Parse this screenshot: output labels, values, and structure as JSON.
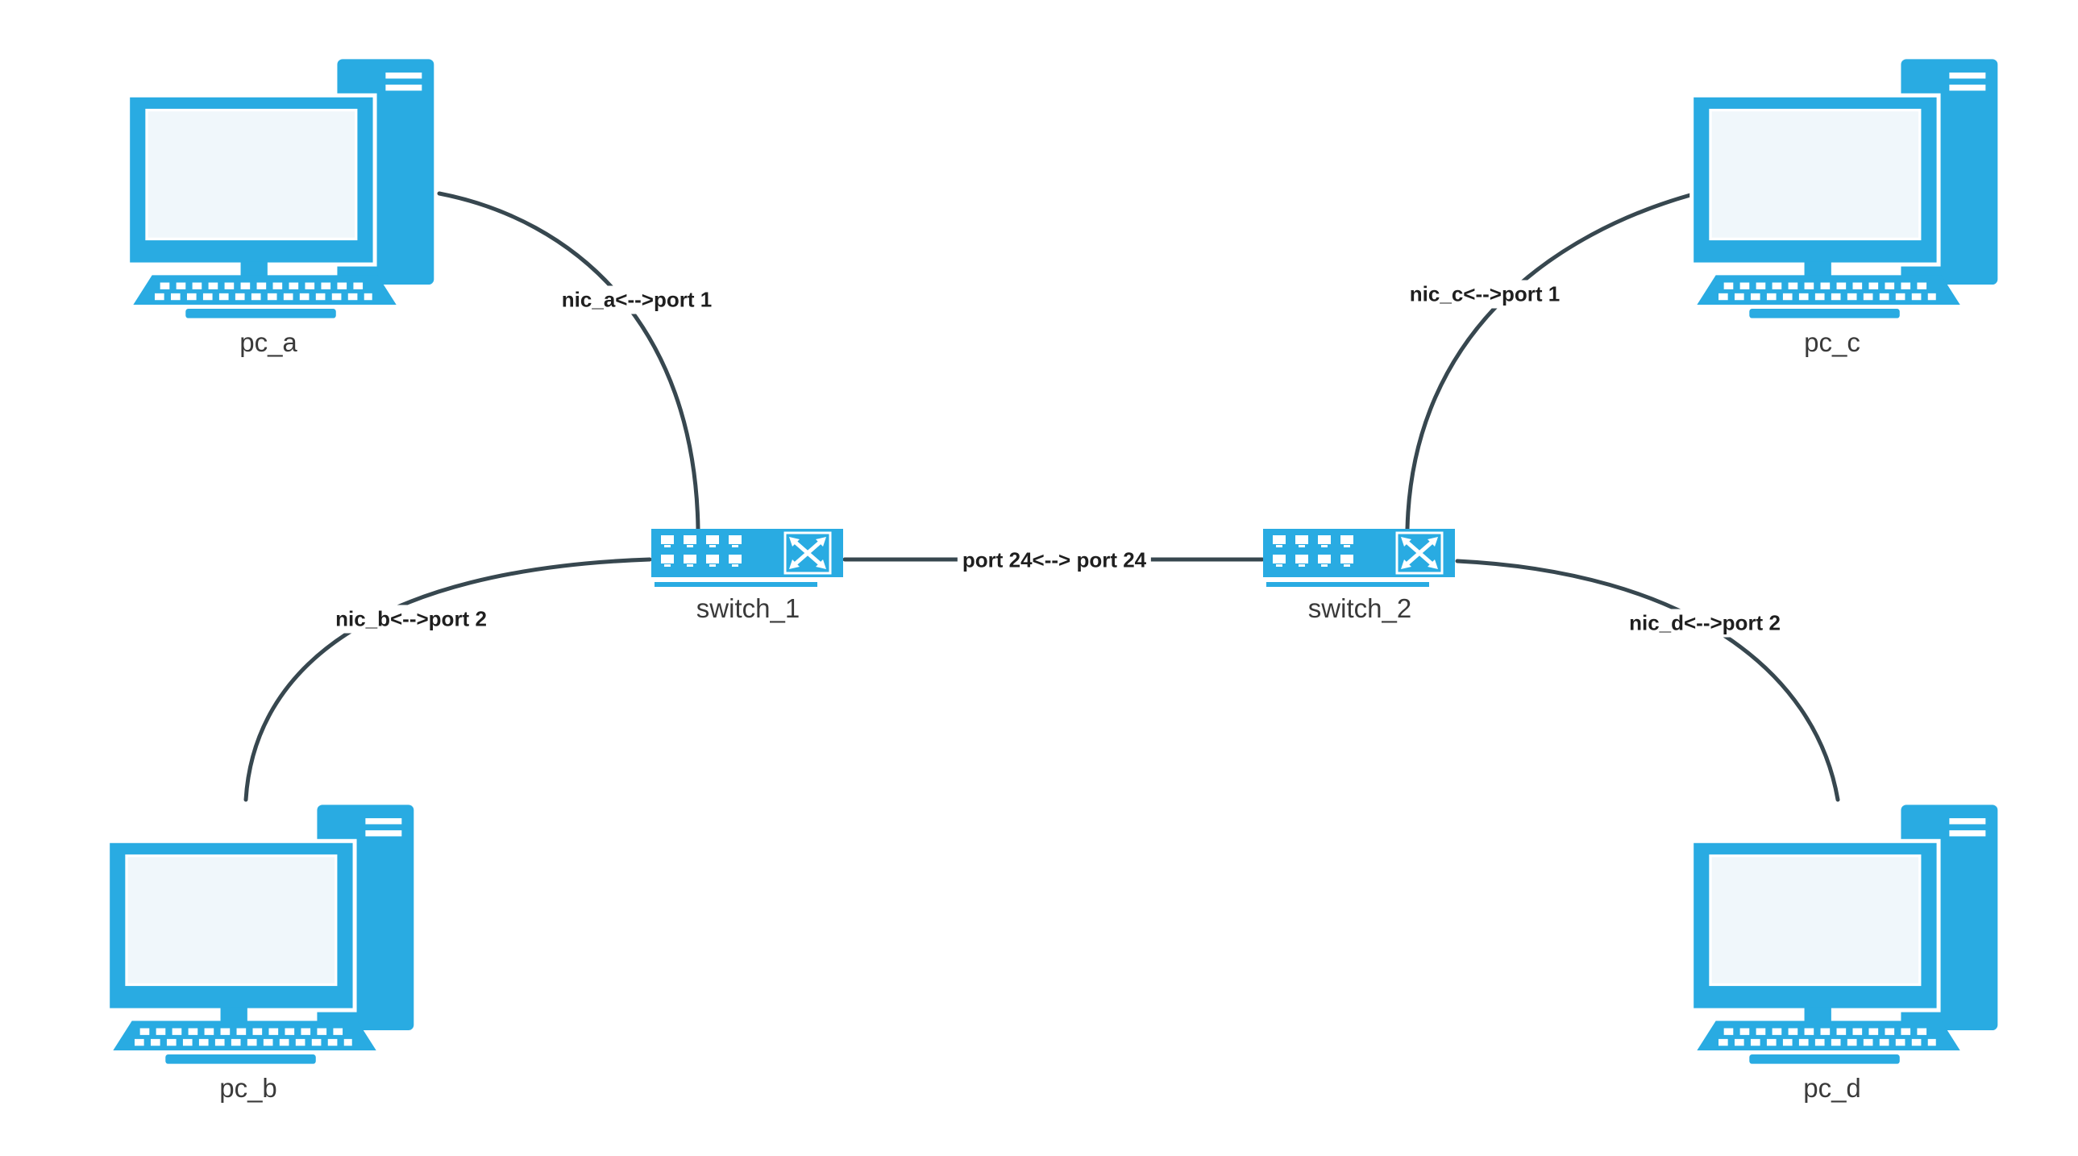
{
  "diagram": {
    "type": "network-topology",
    "colors": {
      "node_fill": "#29ABE2",
      "screen_fill": "#F0F7FB",
      "edge_stroke": "#37474F",
      "node_label_color": "#3A3A3A",
      "edge_label_color": "#1F1F1F",
      "background": "#FFFFFF"
    },
    "icons": {
      "pc": "pc-icon",
      "switch": "switch-icon"
    },
    "nodes": {
      "pc_a": {
        "label": "pc_a",
        "type": "pc"
      },
      "pc_b": {
        "label": "pc_b",
        "type": "pc"
      },
      "pc_c": {
        "label": "pc_c",
        "type": "pc"
      },
      "pc_d": {
        "label": "pc_d",
        "type": "pc"
      },
      "switch_1": {
        "label": "switch_1",
        "type": "switch"
      },
      "switch_2": {
        "label": "switch_2",
        "type": "switch"
      }
    },
    "edges": {
      "pc_a_switch_1": {
        "from": "pc_a",
        "to": "switch_1",
        "label": "nic_a<-->port 1"
      },
      "pc_b_switch_1": {
        "from": "pc_b",
        "to": "switch_1",
        "label": "nic_b<-->port 2"
      },
      "pc_c_switch_2": {
        "from": "pc_c",
        "to": "switch_2",
        "label": "nic_c<-->port 1"
      },
      "pc_d_switch_2": {
        "from": "pc_d",
        "to": "switch_2",
        "label": "nic_d<-->port 2"
      },
      "switch_1_switch_2": {
        "from": "switch_1",
        "to": "switch_2",
        "label": "port 24<--> port 24"
      }
    }
  }
}
